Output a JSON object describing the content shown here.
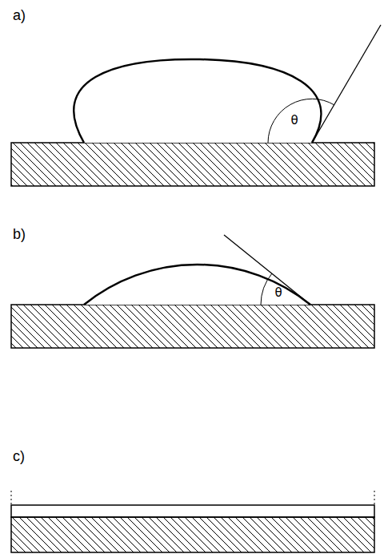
{
  "diagram": {
    "labels": [
      "a)",
      "θ",
      "b)",
      "θ",
      "c)"
    ]
  }
}
